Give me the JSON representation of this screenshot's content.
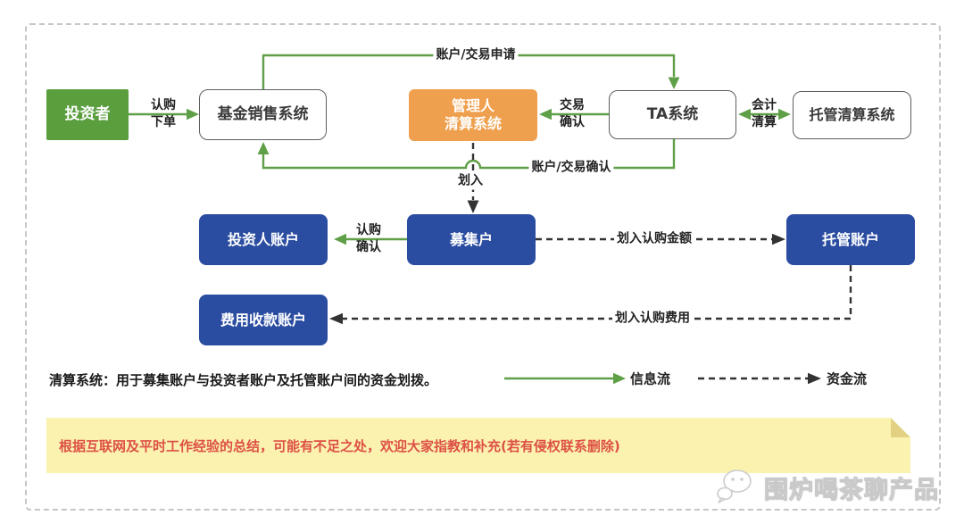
{
  "nodes": {
    "investor": "投资者",
    "fund_sales_system": "基金销售系统",
    "manager_clearing_system": "管理人\n清算系统",
    "ta_system": "TA系统",
    "custody_clearing_system": "托管清算系统",
    "investor_account": "投资人账户",
    "raise_account": "募集户",
    "custody_account": "托管账户",
    "fee_collection_account": "费用收款账户"
  },
  "edges": {
    "subscribe_order": "认购\n下单",
    "account_trade_apply": "账户/交易申请",
    "trade_confirm": "交易\n确认",
    "accounting_clearing": "会计\n清算",
    "account_trade_confirm": "账户/交易确认",
    "transfer_in": "划入",
    "subscribe_confirm": "认购\n确认",
    "transfer_amount": "划入认购金额",
    "transfer_fee": "划入认购费用"
  },
  "legend": {
    "info_flow_label": "信息流",
    "fund_flow_label": "资金流"
  },
  "footnote": "清算系统：用于募集账户与投资者账户及托管账户间的资金划拨。",
  "disclaimer": "根据互联网及平时工作经验的总结，可能有不足之处，欢迎大家指教和补充(若有侵权联系删除)",
  "watermark": "围炉喝茶聊产品",
  "colors": {
    "investor_green": "#5a9e3e",
    "manager_orange": "#efa04e",
    "account_blue": "#2b4da1",
    "info_flow_green": "#5f9f47",
    "fund_flow_black": "#333333",
    "note_yellow": "#fbf2b0",
    "disclaimer_red": "#dd5145",
    "border_gray": "#c6c6c6"
  }
}
